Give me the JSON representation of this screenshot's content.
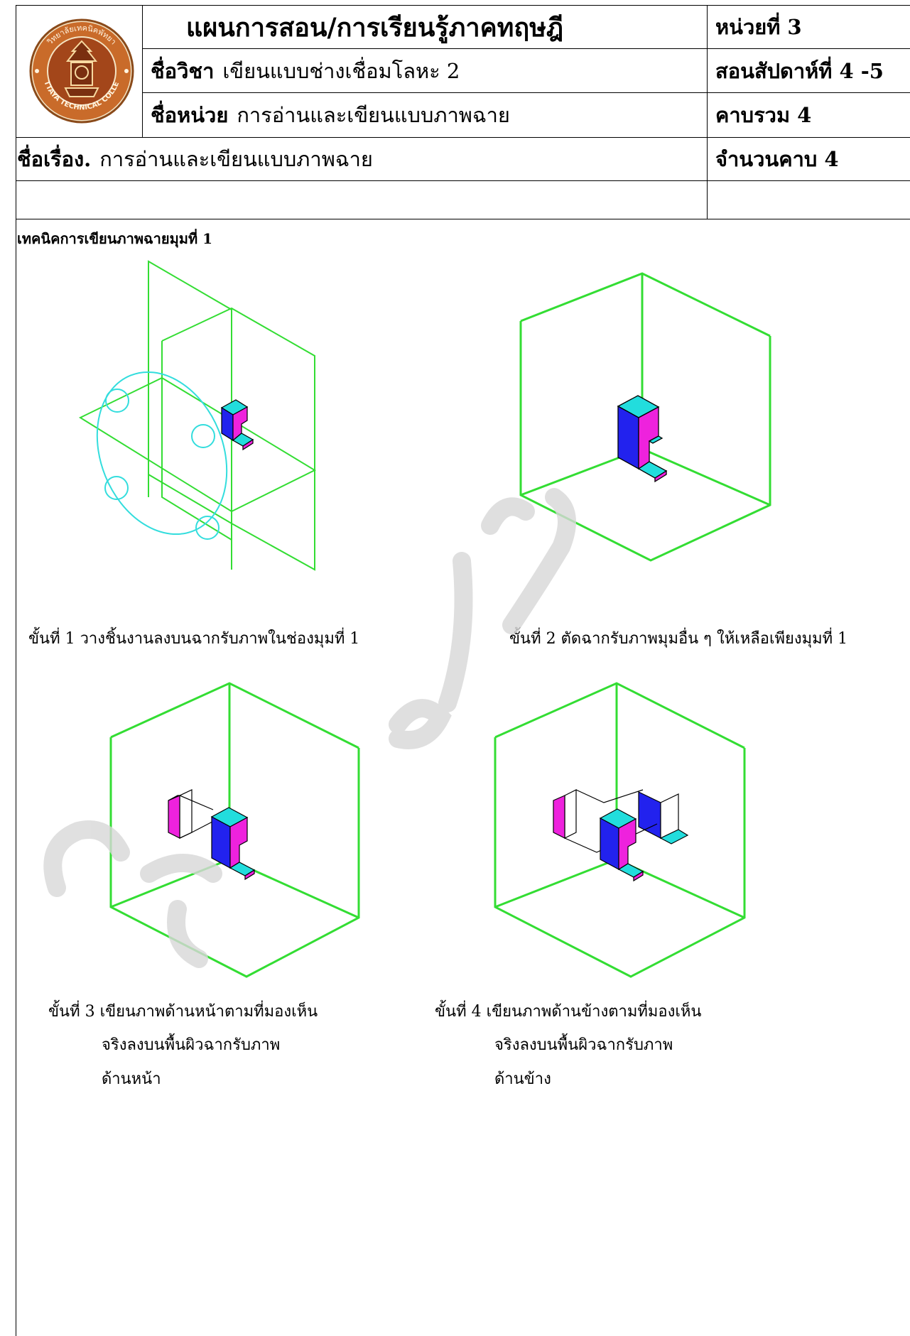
{
  "header": {
    "title": "แผนการสอน/การเรียนรู้ภาคทฤษฎี",
    "unit_no": "หน่วยที่ 3",
    "subject_label": "ชื่อวิชา",
    "subject_value": "เขียนแบบช่างเชื่อมโลหะ 2",
    "week": "สอนสัปดาห์ที่ 4 -5",
    "unit_label": "ชื่อหน่วย",
    "unit_value": "การอ่านและเขียนแบบภาพฉาย",
    "total_periods": "คาบรวม 4",
    "topic_label": "ชื่อเรื่อง.",
    "topic_value": "การอ่านและเขียนแบบภาพฉาย",
    "periods": "จำนวนคาบ 4"
  },
  "logo": {
    "text_top": "วิทยาลัยเทคนิคพัทยา",
    "text_bottom": "PATTAYA TECHNICAL COLLEGE"
  },
  "content": {
    "section_title": "เทคนิคการเขียนภาพฉายมุมที่ 1",
    "step1": "ขั้นที่ 1 วางชิ้นงานลงบนฉากรับภาพในช่องมุมที่ 1",
    "step2": "ขั้นที่ 2 ตัดฉากรับภาพมุมอื่น ๆ  ให้เหลือเพียงมุมที่ 1",
    "step3_line1": "ขั้นที่ 3  เขียนภาพด้านหน้าตามที่มองเห็น",
    "step3_line2": "จริงลงบนพื้นผิวฉากรับภาพ",
    "step3_line3": "ด้านหน้า",
    "step4_line1": "ขั้นที่ 4  เขียนภาพด้านข้างตามที่มองเห็น",
    "step4_line2": "จริงลงบนพื้นผิวฉากรับภาพ",
    "step4_line3": "ด้านข้าง"
  },
  "colors": {
    "plane_green": "#33dd33",
    "circle_cyan": "#33dddd",
    "block_blue": "#2222ee",
    "block_magenta": "#ee22dd",
    "block_cyan": "#22dddd"
  }
}
